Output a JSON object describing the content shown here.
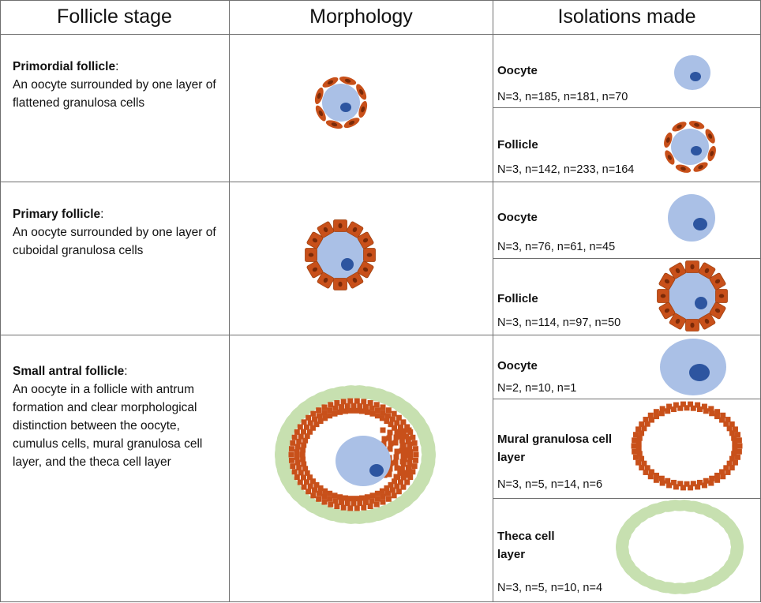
{
  "headers": {
    "stage": "Follicle stage",
    "morphology": "Morphology",
    "isolations": "Isolations made"
  },
  "rows": [
    {
      "stage_title": "Primordial follicle",
      "stage_colon": ":",
      "stage_desc": "An oocyte surrounded by one layer of flattened granulosa cells",
      "isolations": [
        {
          "title": "Oocyte",
          "counts": "N=3, n=185, n=181, n=70"
        },
        {
          "title": "Follicle",
          "counts": "N=3, n=142, n=233, n=164"
        }
      ]
    },
    {
      "stage_title": "Primary follicle",
      "stage_colon": ":",
      "stage_desc": "An oocyte surrounded by one layer of cuboidal granulosa cells",
      "isolations": [
        {
          "title": "Oocyte",
          "counts": "N=3, n=76, n=61, n=45"
        },
        {
          "title": "Follicle",
          "counts": "N=3, n=114, n=97, n=50"
        }
      ]
    },
    {
      "stage_title": "Small antral follicle",
      "stage_colon": ":",
      "stage_desc": "An oocyte in a follicle with antrum formation and clear morphological distinction between the oocyte, cumulus cells, mural granulosa cell layer, and the theca cell layer",
      "isolations": [
        {
          "title": "Oocyte",
          "counts": "N=2, n=10, n=1"
        },
        {
          "title": "Mural granulosa cell layer",
          "counts": "N=3, n=5, n=14, n=6"
        },
        {
          "title": "Theca cell layer",
          "counts": "N=3, n=5, n=10, n=4"
        }
      ]
    }
  ],
  "colors": {
    "oocyte": "#aac0e6",
    "nucleus": "#2d55a0",
    "granulosa": "#c8501a",
    "granulosa_edge": "#a04010",
    "granulosa_nucleus": "#7a2a08",
    "theca": "#c7e0b0",
    "grid": "#6f6f6f"
  }
}
